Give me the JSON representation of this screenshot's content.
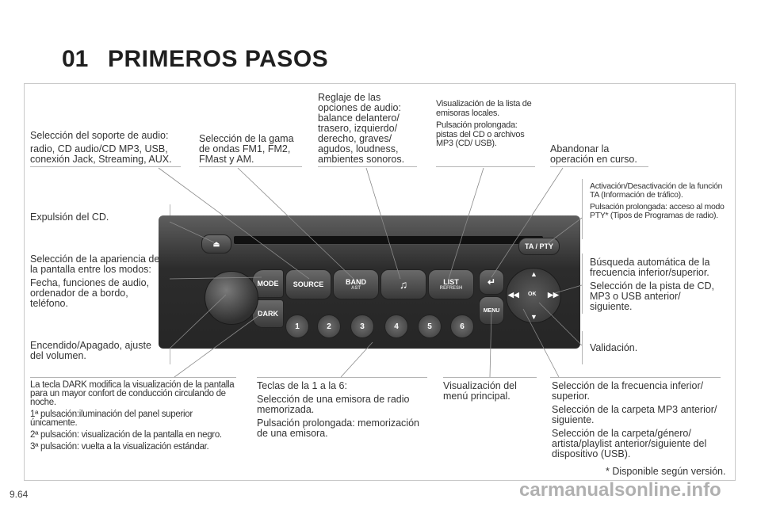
{
  "header": {
    "chapter": "01",
    "title": "PRIMEROS PASOS"
  },
  "labels": {
    "soporte_title": "Selección del soporte de audio:",
    "soporte_body": "radio, CD audio/CD MP3, USB, conexión Jack, Streaming, AUX.",
    "gama": "Selección de la gama de ondas FM1, FM2, FMast y AM.",
    "reglaje": "Reglaje de las opciones de audio: balance delantero/ trasero, izquierdo/ derecho, graves/ agudos, loudness, ambientes sonoros.",
    "lista_1": "Visualización de la lista de emisoras locales.",
    "lista_2": "Pulsación prolongada: pistas del CD o archivos MP3 (CD/ USB).",
    "abandonar": "Abandonar la operación en curso.",
    "ta_1": "Activación/Desactivación de la función TA (Información de tráfico).",
    "ta_2": "Pulsación prolongada: acceso al modo PTY* (Tipos de Programas de radio).",
    "expulsion": "Expulsión del CD.",
    "apariencia_1": "Selección de la apariencia de la pantalla entre los modos:",
    "apariencia_2": "Fecha, funciones de audio, ordenador de a bordo, teléfono.",
    "busqueda_1": "Búsqueda automática de la frecuencia inferior/superior.",
    "busqueda_2": "Selección de la pista de CD, MP3 o USB anterior/ siguiente.",
    "encendido": "Encendido/Apagado, ajuste del volumen.",
    "validacion": "Validación.",
    "dark_1": "La tecla DARK modifica la visualización de la pantalla para un mayor confort de conducción circulando de noche.",
    "dark_2": "1ª pulsación:iluminación del panel superior únicamente.",
    "dark_3": "2ª pulsación: visualización de la pantalla en negro.",
    "dark_4": "3ª pulsación: vuelta a la visualización estándar.",
    "teclas_1": "Teclas de la 1 a la 6:",
    "teclas_2": "Selección de una emisora de radio memorizada.",
    "teclas_3": "Pulsación prolongada: memorización de una emisora.",
    "menu": "Visualización del menú principal.",
    "frecuencia_1": "Selección de la frecuencia inferior/ superior.",
    "frecuencia_2": "Selección de la carpeta MP3 anterior/ siguiente.",
    "frecuencia_3": "Selección de la carpeta/género/ artista/playlist anterior/siguiente del dispositivo (USB)."
  },
  "footnote": "* Disponible según versión.",
  "page_number": "9.64",
  "watermark": "carmanualsonline.info",
  "radio": {
    "buttons": {
      "source": "SOURCE",
      "band": "BAND",
      "band_sub": "AST",
      "list": "LIST",
      "list_sub": "REFRESH",
      "mode": "MODE",
      "dark": "DARK",
      "menu": "MENU",
      "ta_pty": "TA / PTY",
      "ok": "OK"
    },
    "presets": [
      "1",
      "2",
      "3",
      "4",
      "5",
      "6"
    ],
    "icons": {
      "eject": "eject-icon",
      "music": "music-note-icon",
      "back": "back-arrow-icon"
    }
  }
}
